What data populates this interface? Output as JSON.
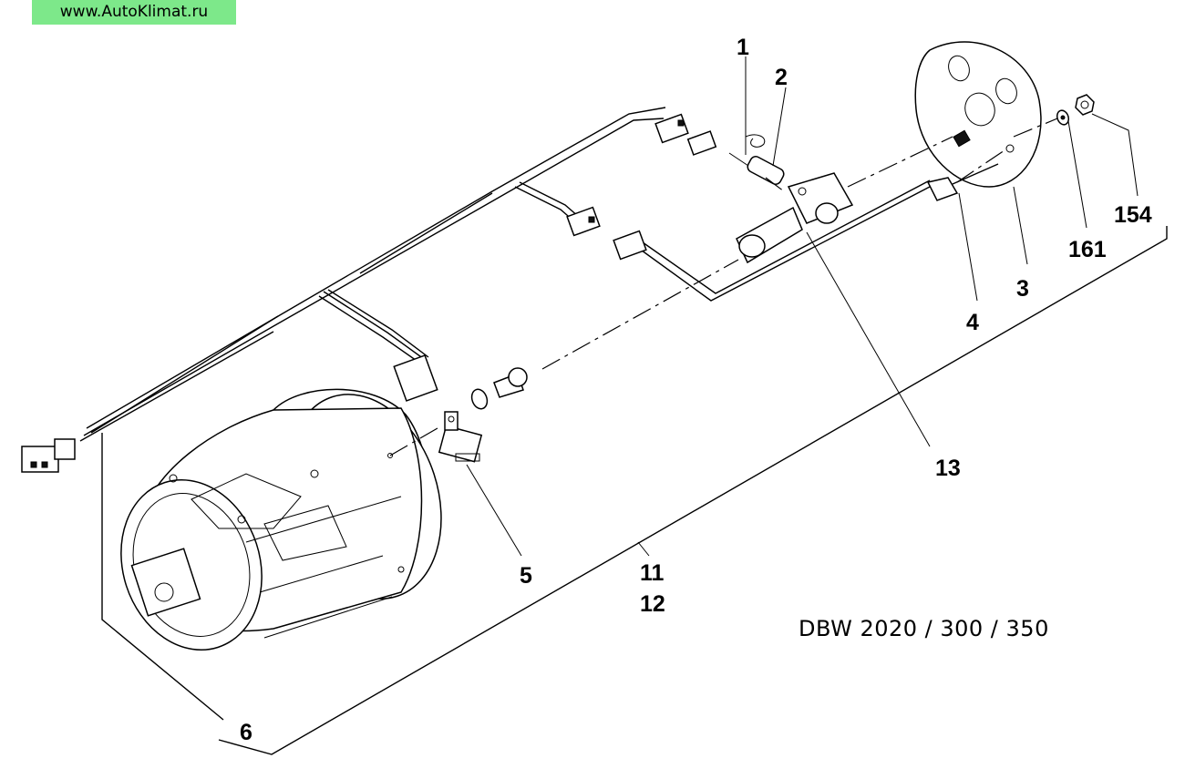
{
  "watermark": "www.AutoKlimat.ru",
  "model": "DBW 2020 / 300 / 350",
  "callouts": {
    "c1": "1",
    "c2": "2",
    "c3": "3",
    "c4": "4",
    "c5": "5",
    "c6": "6",
    "c11": "11",
    "c12": "12",
    "c13": "13",
    "c154": "154",
    "c161": "161"
  }
}
